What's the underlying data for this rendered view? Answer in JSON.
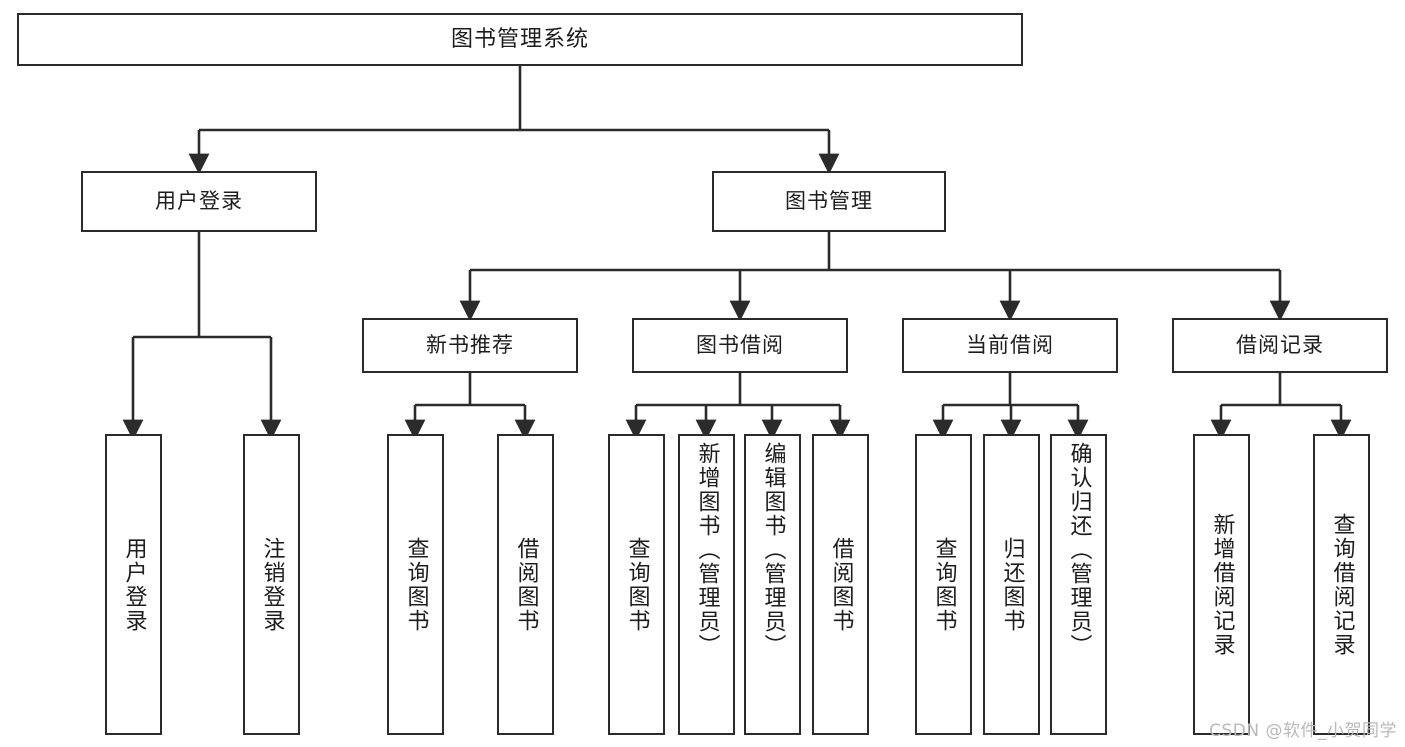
{
  "diagram": {
    "type": "tree",
    "title": "图书管理系统",
    "root": {
      "id": "root",
      "label": "图书管理系统"
    },
    "level2": [
      {
        "id": "user-login",
        "label": "用户登录"
      },
      {
        "id": "book-manage",
        "label": "图书管理"
      }
    ],
    "level3": [
      {
        "id": "new-book-rec",
        "label": "新书推荐",
        "parent": "book-manage"
      },
      {
        "id": "book-borrow",
        "label": "图书借阅",
        "parent": "book-manage"
      },
      {
        "id": "current-borrow",
        "label": "当前借阅",
        "parent": "book-manage"
      },
      {
        "id": "borrow-record",
        "label": "借阅记录",
        "parent": "book-manage"
      }
    ],
    "leaves": {
      "user-login": [
        {
          "id": "leaf-user-login",
          "label": "用户登录"
        },
        {
          "id": "leaf-user-logout",
          "label": "注销登录"
        }
      ],
      "new-book-rec": [
        {
          "id": "leaf-query-book-1",
          "label": "查询图书"
        },
        {
          "id": "leaf-borrow-book-1",
          "label": "借阅图书"
        }
      ],
      "book-borrow": [
        {
          "id": "leaf-query-book-2",
          "label": "查询图书"
        },
        {
          "id": "leaf-add-book",
          "label": "新增图书（管理员）"
        },
        {
          "id": "leaf-edit-book",
          "label": "编辑图书（管理员）"
        },
        {
          "id": "leaf-borrow-book-2",
          "label": "借阅图书"
        }
      ],
      "current-borrow": [
        {
          "id": "leaf-query-book-3",
          "label": "查询图书"
        },
        {
          "id": "leaf-return-book",
          "label": "归还图书"
        },
        {
          "id": "leaf-confirm-return",
          "label": "确认归还（管理员）"
        }
      ],
      "borrow-record": [
        {
          "id": "leaf-add-record",
          "label": "新增借阅记录"
        },
        {
          "id": "leaf-query-record",
          "label": "查询借阅记录"
        }
      ]
    }
  },
  "watermark": {
    "text": "CSDN @软件_小贺同学"
  },
  "colors": {
    "stroke": "#2b2b2b",
    "fill": "#ffffff",
    "text": "#1d1d1d",
    "watermark": "#b9b9b9"
  }
}
